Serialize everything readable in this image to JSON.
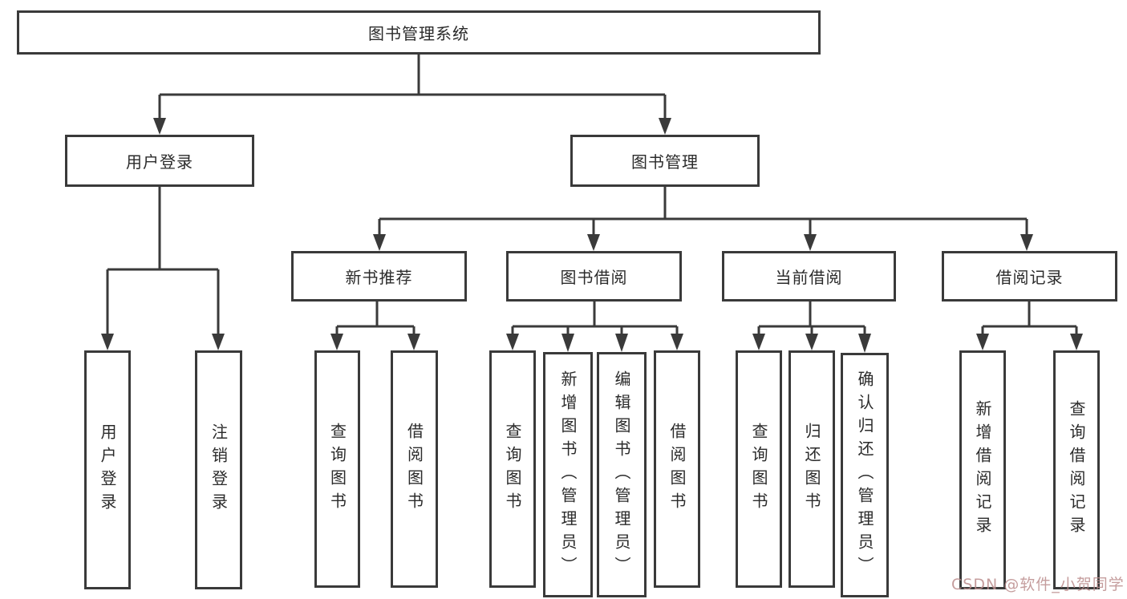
{
  "tree": {
    "root": {
      "label": "图书管理系统"
    },
    "branches": [
      {
        "label": "用户登录",
        "children": [
          {
            "label": "用户登录"
          },
          {
            "label": "注销登录"
          }
        ]
      },
      {
        "label": "图书管理",
        "children": [
          {
            "label": "新书推荐",
            "children": [
              {
                "label": "查询图书"
              },
              {
                "label": "借阅图书"
              }
            ]
          },
          {
            "label": "图书借阅",
            "children": [
              {
                "label": "查询图书"
              },
              {
                "label": "新增图书（管理员）"
              },
              {
                "label": "编辑图书（管理员）"
              },
              {
                "label": "借阅图书"
              }
            ]
          },
          {
            "label": "当前借阅",
            "children": [
              {
                "label": "查询图书"
              },
              {
                "label": "归还图书"
              },
              {
                "label": "确认归还（管理员）"
              }
            ]
          },
          {
            "label": "借阅记录",
            "children": [
              {
                "label": "新增借阅记录"
              },
              {
                "label": "查询借阅记录"
              }
            ]
          }
        ]
      }
    ]
  },
  "watermark": {
    "text": "CSDN @软件_小贺同学",
    "color": "#bb8d8d"
  },
  "colors": {
    "line": "#3a3a3a",
    "box_border": "#3a3a3a",
    "text": "#2b2b2b",
    "background": "#ffffff"
  }
}
